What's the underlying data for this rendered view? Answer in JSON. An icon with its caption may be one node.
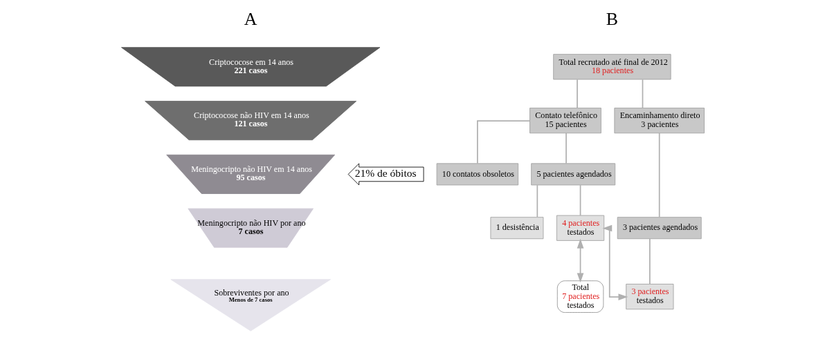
{
  "diagram": {
    "nodes": [
      {
        "text": [
          "Criptococose em 14 anos",
          "221 casos"
        ]
      },
      {
        "text": [
          "Criptococose não HIV em 14 anos",
          "121 casos"
        ]
      },
      {
        "text": [
          "Meningocripto não HIV em 14 anos",
          "95 casos"
        ]
      },
      {
        "text": [
          "Meningocripto não HIV por ano",
          "7 casos"
        ]
      },
      {
        "text": [
          "Sobreviventes por ano",
          "Menos de 7 casos"
        ]
      },
      {
        "text": [
          "21% de óbitos"
        ]
      },
      {
        "text": [
          "Total recrutado até final de 2012",
          "18 pacientes"
        ]
      },
      {
        "text": [
          "Contato telefônico",
          "15 pacientes"
        ]
      },
      {
        "text": [
          "Encaminhamento direto",
          "3 pacientes"
        ]
      },
      {
        "text": [
          "10 contatos obsoletos"
        ]
      },
      {
        "text": [
          "5 pacientes agendados"
        ]
      },
      {
        "text": [
          "3 pacientes agendados"
        ]
      },
      {
        "text": [
          "1 desistência"
        ]
      },
      {
        "text": [
          "3 pacientes",
          "testados"
        ]
      },
      {
        "text": [
          "4 pacientes",
          "testados"
        ]
      },
      {
        "text": [
          "Total",
          "7 pacientes",
          "testados"
        ]
      }
    ],
    "edges": [
      {
        "from": 6,
        "to": 7,
        "arrow": "none"
      },
      {
        "from": 6,
        "to": 8,
        "arrow": "none"
      },
      {
        "from": 7,
        "to": 9,
        "arrow": "none"
      },
      {
        "from": 7,
        "to": 10,
        "arrow": "none"
      },
      {
        "from": 8,
        "to": 11,
        "arrow": "none"
      },
      {
        "from": 10,
        "to": 12,
        "arrow": "none"
      },
      {
        "from": 10,
        "to": 14,
        "arrow": "none"
      },
      {
        "from": 11,
        "to": 13,
        "arrow": "none"
      },
      {
        "from": 14,
        "to": 13,
        "arrow": "both"
      },
      {
        "from": 14,
        "to": 15,
        "arrow": "both"
      }
    ],
    "labels": [
      "A",
      "B"
    ]
  }
}
